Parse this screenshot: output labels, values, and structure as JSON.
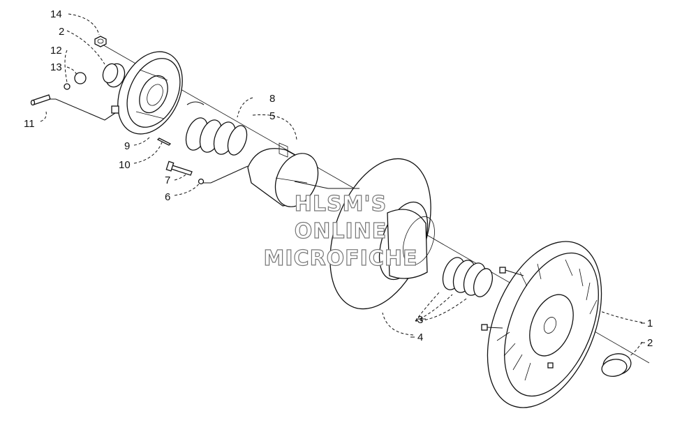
{
  "watermark": {
    "line1": "HLSM'S",
    "line2": "ONLINE",
    "line3": "MICROFICHE"
  },
  "callouts": {
    "c14": "14",
    "c2_top": "2",
    "c12": "12",
    "c13": "13",
    "c11": "11",
    "c9": "9",
    "c10": "10",
    "c8": "8",
    "c5": "5",
    "c7": "7",
    "c6": "6",
    "c3": "3",
    "c4": "4",
    "c1": "1",
    "c2_bottom": "2"
  }
}
